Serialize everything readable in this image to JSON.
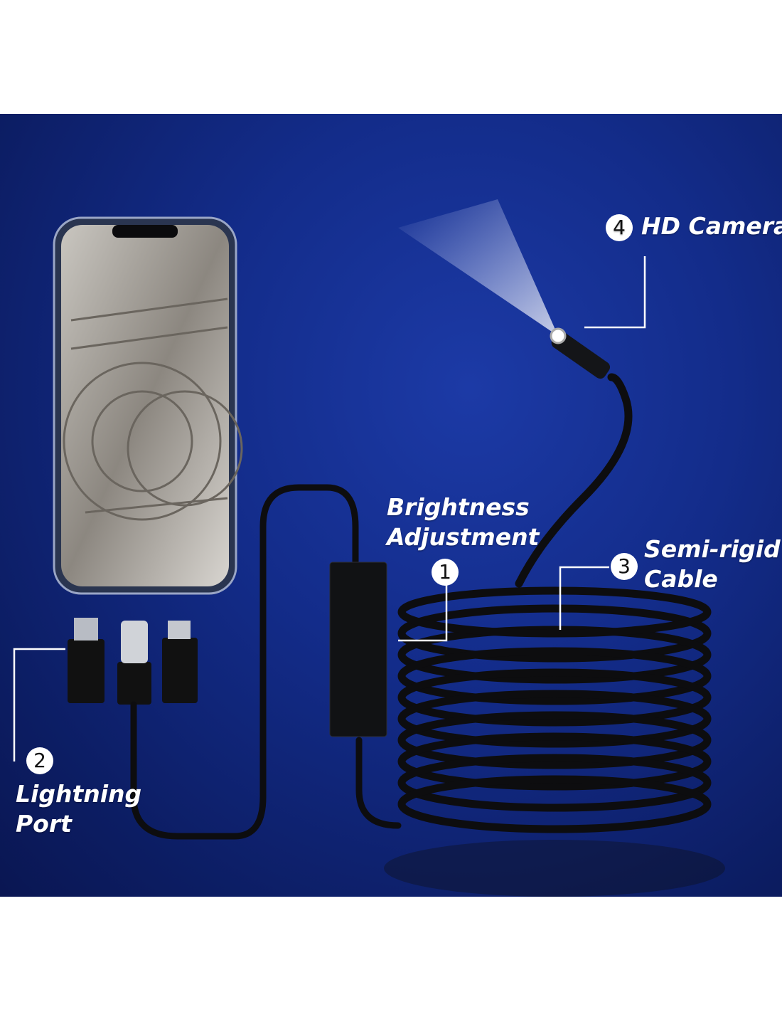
{
  "callouts": [
    {
      "number": "1",
      "label_line1": "Brightness",
      "label_line2": "Adjustment"
    },
    {
      "number": "2",
      "label_line1": "Lightning",
      "label_line2": "Port"
    },
    {
      "number": "3",
      "label_line1": "Semi-rigid",
      "label_line2": "Cable"
    },
    {
      "number": "4",
      "label_line1": "HD Camera"
    }
  ],
  "colors": {
    "background_top": "#1c3aa6",
    "background_bottom": "#0a1652",
    "cable": "#0d0d0f"
  }
}
